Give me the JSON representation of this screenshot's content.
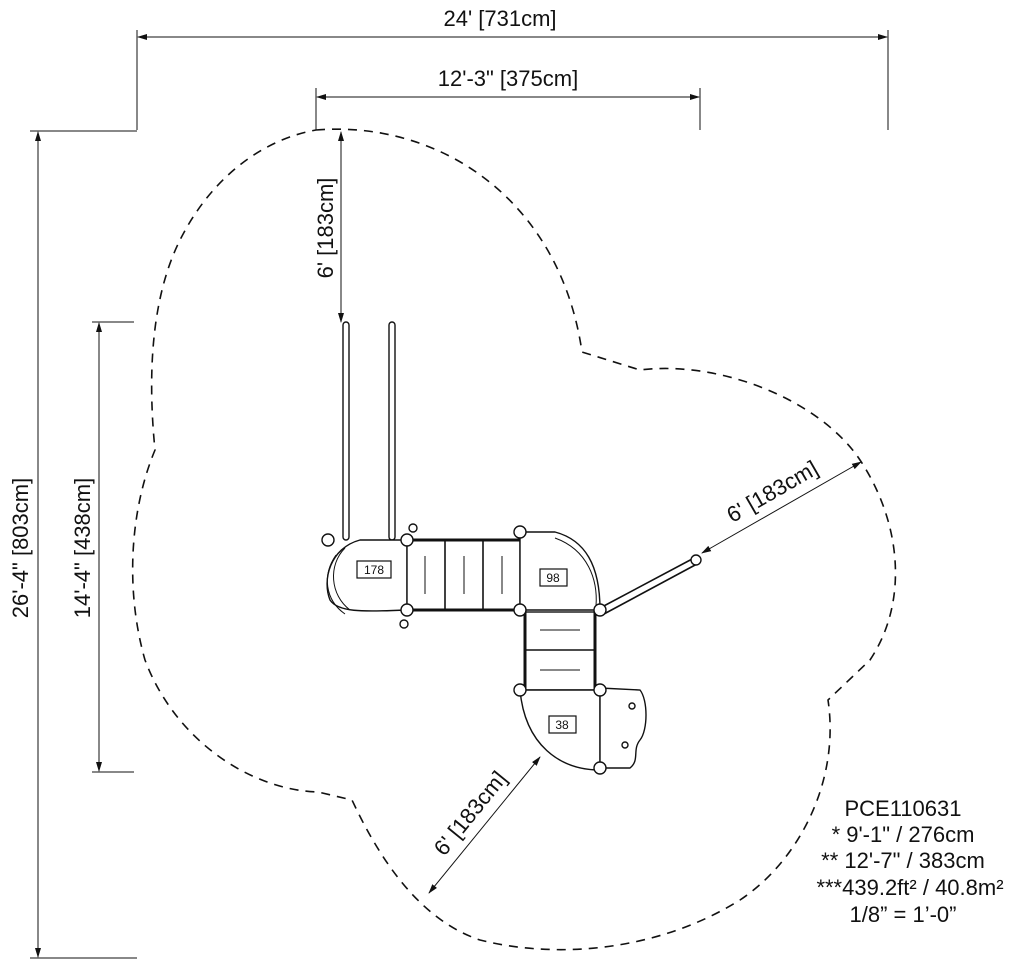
{
  "dimensions": {
    "overall_width": "24' [731cm]",
    "inner_width": "12'-3\" [375cm]",
    "overall_depth": "26'-4\" [803cm]",
    "structure_depth": "14'-4\" [438cm]",
    "clearance_top": "6' [183cm]",
    "clearance_right": "6' [183cm]",
    "clearance_bottom": "6' [183cm]"
  },
  "deck_labels": {
    "left": "178",
    "middle": "98",
    "bottom": "38"
  },
  "info": {
    "model": "PCE110631",
    "line1": "* 9'-1\" / 276cm",
    "line2": "** 12'-7\" / 383cm",
    "line3": "***439.2ft² / 40.8m²",
    "scale": "1/8” = 1’-0”"
  }
}
